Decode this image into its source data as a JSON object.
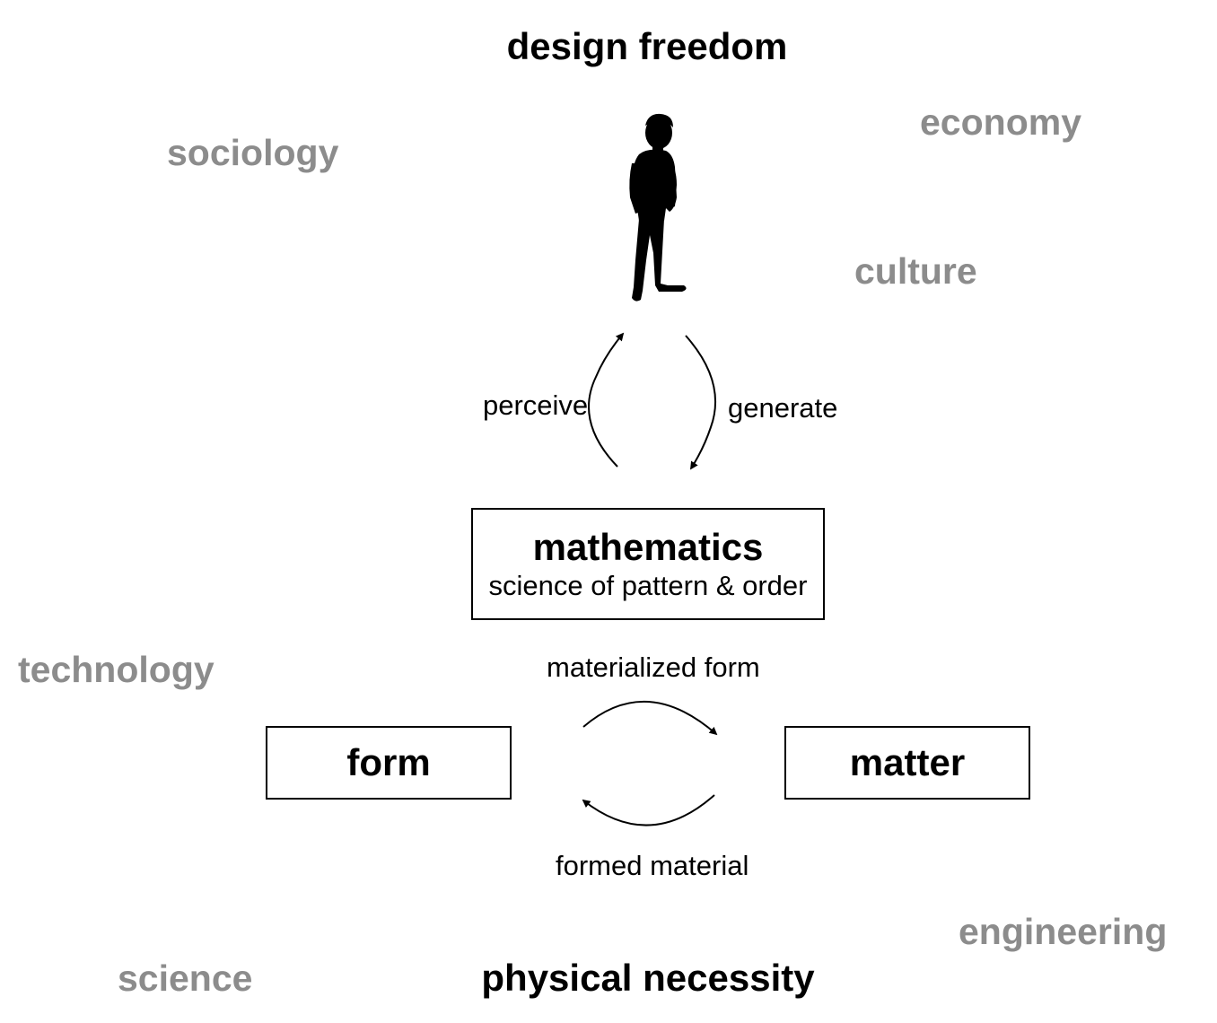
{
  "poles": {
    "top": "design freedom",
    "bottom": "physical necessity"
  },
  "contexts": {
    "sociology": "sociology",
    "economy": "economy",
    "culture": "culture",
    "technology": "technology",
    "engineering": "engineering",
    "science": "science"
  },
  "cycle_top": {
    "left_label": "perceive",
    "right_label": "generate"
  },
  "center_box": {
    "title": "mathematics",
    "subtitle": "science of pattern & order"
  },
  "cycle_bottom": {
    "top_label": "materialized form",
    "bottom_label": "formed material"
  },
  "boxes": {
    "form": "form",
    "matter": "matter"
  },
  "colors": {
    "context_text": "#8c8c8c",
    "main_text": "#000000",
    "background": "#ffffff"
  },
  "icons": {
    "person": "person-silhouette-icon"
  }
}
